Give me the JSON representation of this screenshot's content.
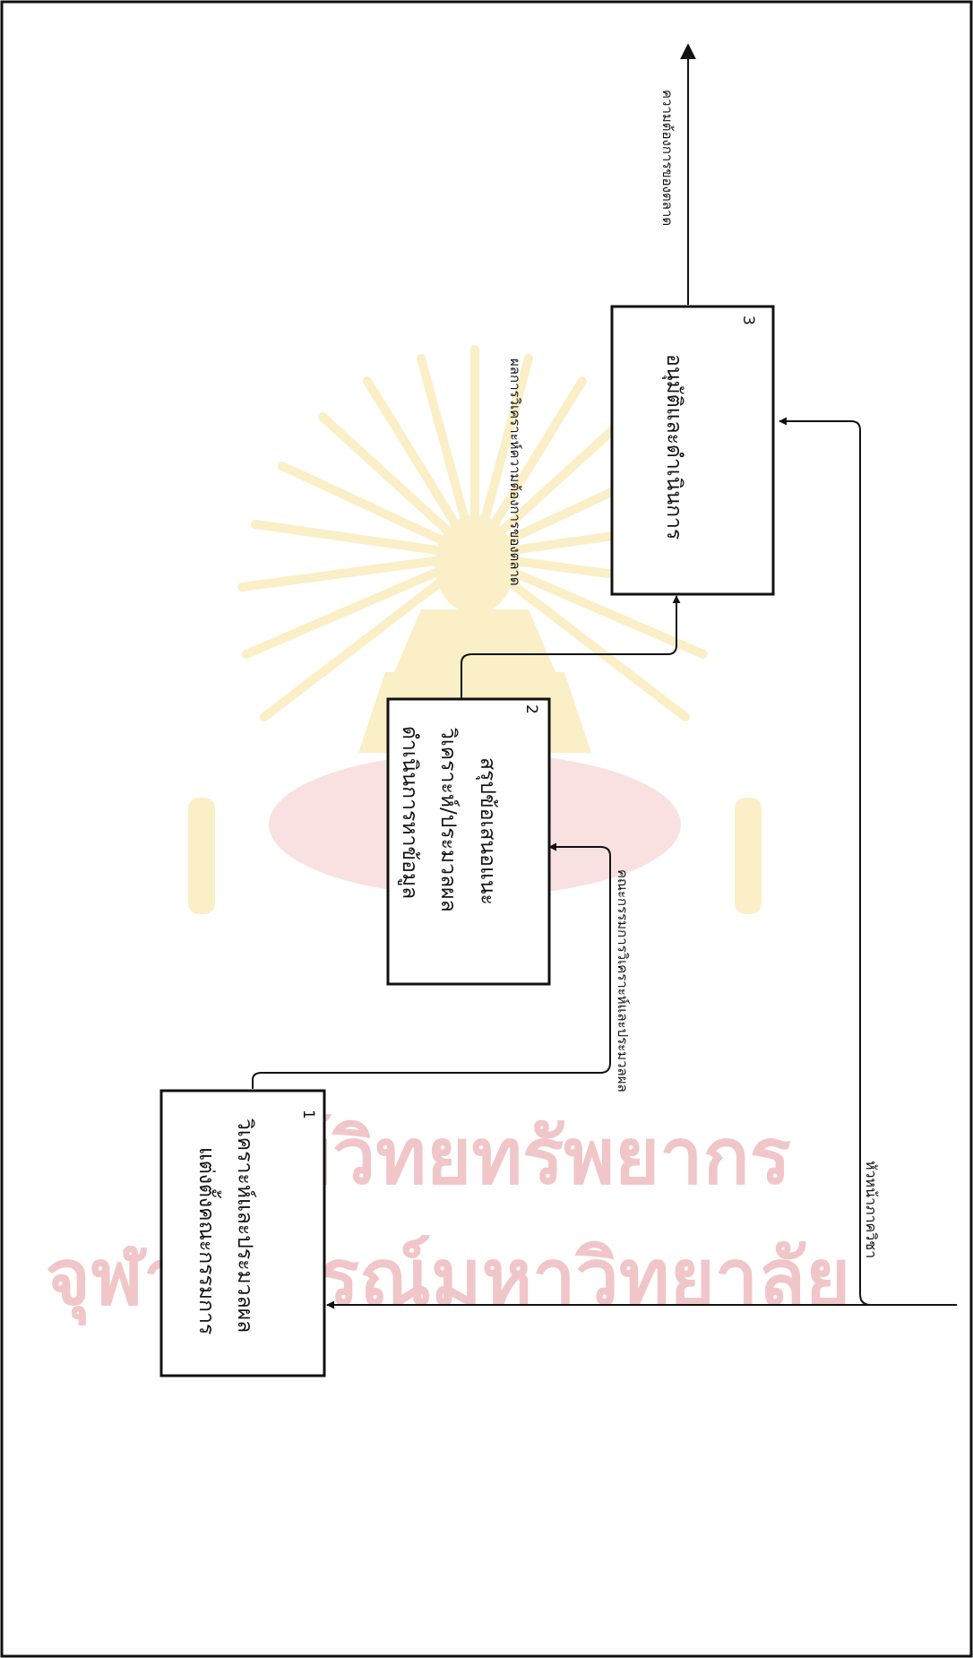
{
  "watermark": {
    "line1": "ศูนย์วิทยทรัพยากร",
    "line2": "จุฬาลงกรณ์มหาวิทยาลัย",
    "emblem": "university-emblem"
  },
  "processes": [
    {
      "number": "1",
      "lines": [
        "แต่งตั้งคณะกรรมการ",
        "วิเคราะห์และประมวลผล"
      ]
    },
    {
      "number": "2",
      "lines": [
        "ดำเนินการหาข้อมูล",
        "วิเคราะห์/ประมวลผล",
        "สรุปข้อเสนอแนะ"
      ]
    },
    {
      "number": "3",
      "lines": [
        "อนุมัติและดำเนินการ"
      ]
    }
  ],
  "flows": {
    "input_label": "หัวหน้าภาควิชา",
    "flow_1_2_label": "คณะกรรมการวิเคราะห์และประมวลผล",
    "flow_2_3_label": "ผลการวิเคราะห์ความต้องการของตลาด",
    "output_label": "ความต้องการของตลาด"
  },
  "colors": {
    "line": "#111111",
    "watermark": "#f1c6c8",
    "emblem": "#f6e39a"
  }
}
